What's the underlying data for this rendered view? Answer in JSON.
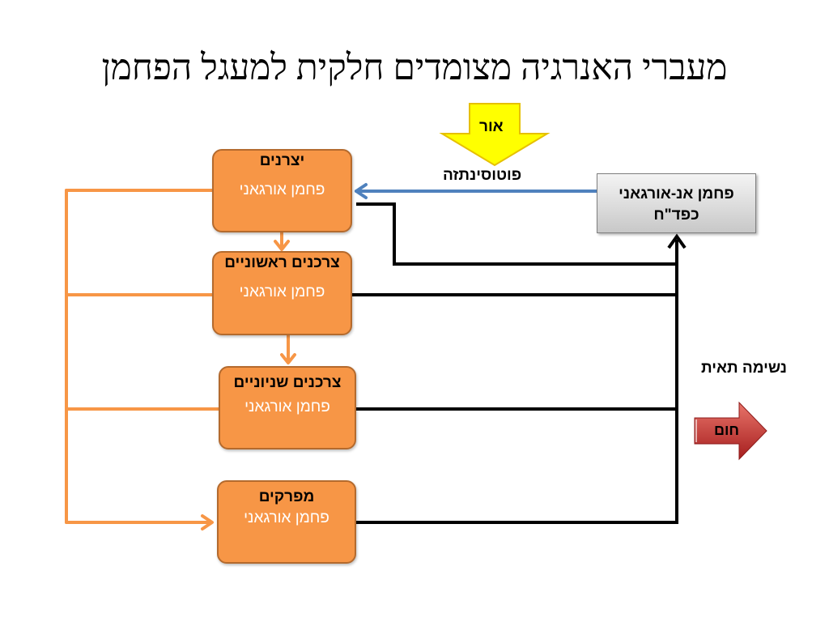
{
  "title": "מעברי האנרגיה מצומדים חלקית למעגל הפחמן",
  "light_label": "אור",
  "photosynthesis_label": "פוטוסינתזה",
  "inorganic": {
    "line1": "פחמן אנ-אורגאני",
    "line2": "כפד\"ח"
  },
  "respiration_label": "נשימה תאית",
  "heat_label": "חום",
  "levels": [
    {
      "head": "יצרנים",
      "sub": "פחמן אורגאני"
    },
    {
      "head": "צרכנים ראשוניים",
      "sub": "פחמן אורגאני"
    },
    {
      "head": "צרכנים שניוניים",
      "sub": "פחמן אורגאני"
    },
    {
      "head": "מפרקים",
      "sub": "פחמן אורגאני"
    }
  ],
  "colors": {
    "box_fill": "#f79646",
    "feeding_arrow": "#f79646",
    "carbon_line": "#000000",
    "photosynthesis_arrow": "#4f81bd",
    "light_arrow": "#ffff00",
    "heat_arrow": "#c0392b"
  }
}
